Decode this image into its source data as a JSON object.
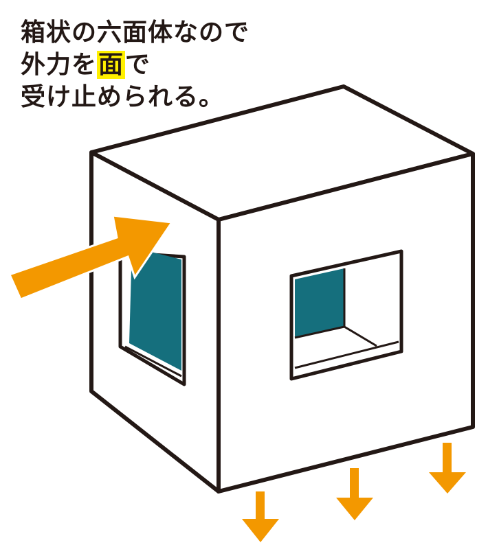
{
  "caption": {
    "line1": "箱状の六面体なので",
    "line2_before": "外力を",
    "line2_highlight": "面",
    "line2_after": "で",
    "line3": "受け止められる。"
  },
  "colors": {
    "outline": "#231815",
    "wall": "#ffffff",
    "window_inner": "#156f7d",
    "force_arrow": "#f39800",
    "highlight": "#fff000"
  },
  "icons": {
    "side_force": "arrow-right-icon",
    "ground_reaction": "arrow-down-icon"
  }
}
